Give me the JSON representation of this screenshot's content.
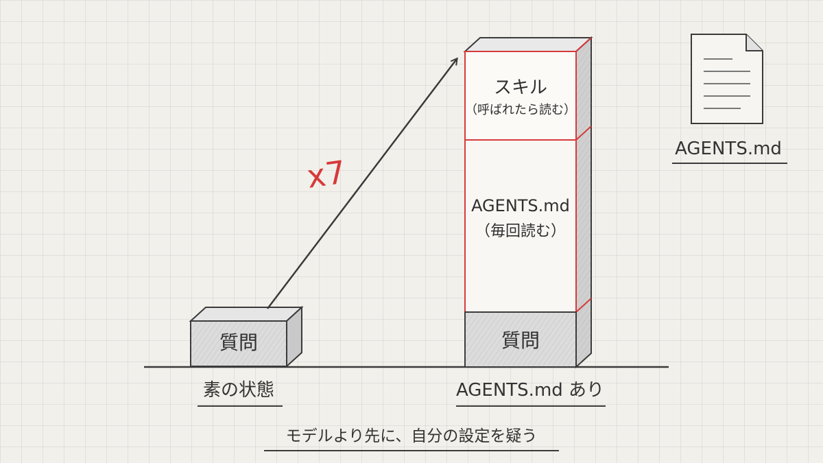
{
  "left_stack": {
    "block_label": "質問",
    "caption": "素の状態"
  },
  "multiplier": "x7",
  "right_stack": {
    "skills_label": "スキル",
    "skills_note": "（呼ばれたら読む）",
    "agents_label": "AGENTS.md",
    "agents_note": "（毎回読む）",
    "question_label": "質問",
    "caption": "AGENTS.md あり"
  },
  "file_icon": {
    "label": "AGENTS.md"
  },
  "footer": "モデルより先に、自分の設定を疑う",
  "colors": {
    "accent_red": "#d63a3a",
    "ink": "#3a3a3a",
    "block_gray": "#dcdcdc",
    "paper": "#f2f0eb"
  }
}
